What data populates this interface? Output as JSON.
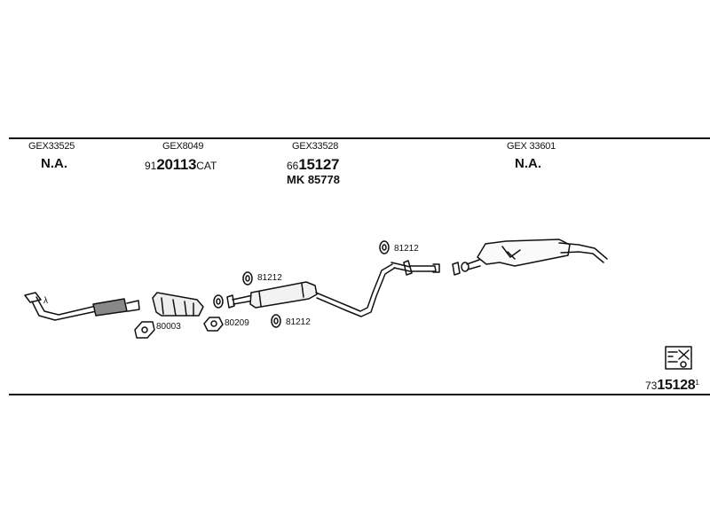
{
  "sections": [
    {
      "code": "GEX33525",
      "status": "N.A."
    },
    {
      "code": "GEX8049",
      "part_prefix": "91",
      "part_main": "20113",
      "part_suffix": "CAT"
    },
    {
      "code": "GEX33528",
      "part_prefix": "66",
      "part_main": "15127",
      "extra": "MK 85778"
    },
    {
      "code": "GEX 33601",
      "status": "N.A."
    }
  ],
  "components": {
    "lambda_symbol": "λ",
    "gasket_1": "80003",
    "gasket_2": "80209",
    "clamp_1": "81212",
    "clamp_2": "81212",
    "clamp_3": "81212"
  },
  "document": {
    "prefix": "73",
    "main": "15128",
    "sup": "1"
  }
}
